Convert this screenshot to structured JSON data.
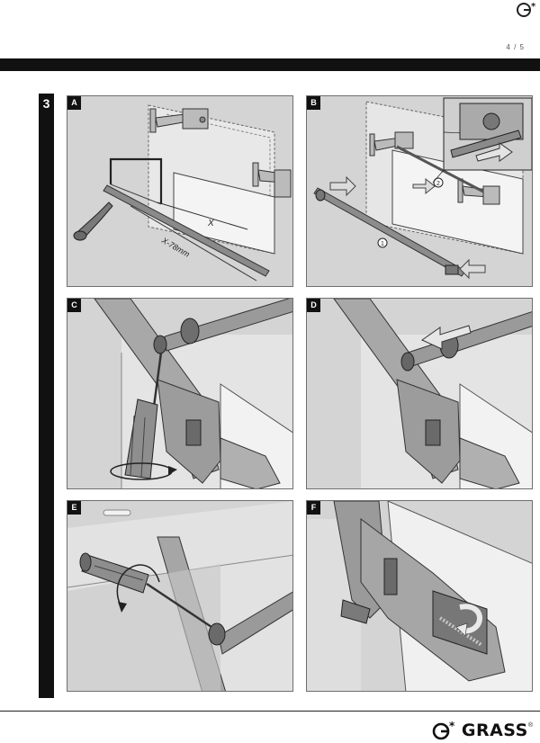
{
  "header": {
    "page_number": "4 / 5"
  },
  "step": {
    "number": "3"
  },
  "panels": [
    {
      "label": "A",
      "dim_x": "X",
      "dim_cut": "X-78mm"
    },
    {
      "label": "B",
      "callout_1": "1",
      "callout_2": "2"
    },
    {
      "label": "C"
    },
    {
      "label": "D"
    },
    {
      "label": "E"
    },
    {
      "label": "F"
    }
  ],
  "footer": {
    "brand": "GRASS",
    "registered": "®"
  },
  "colors": {
    "panel_bg": "#d4d4d4",
    "bar": "#111111",
    "metal": "#9a9a9a",
    "outline": "#3a3a3a"
  }
}
